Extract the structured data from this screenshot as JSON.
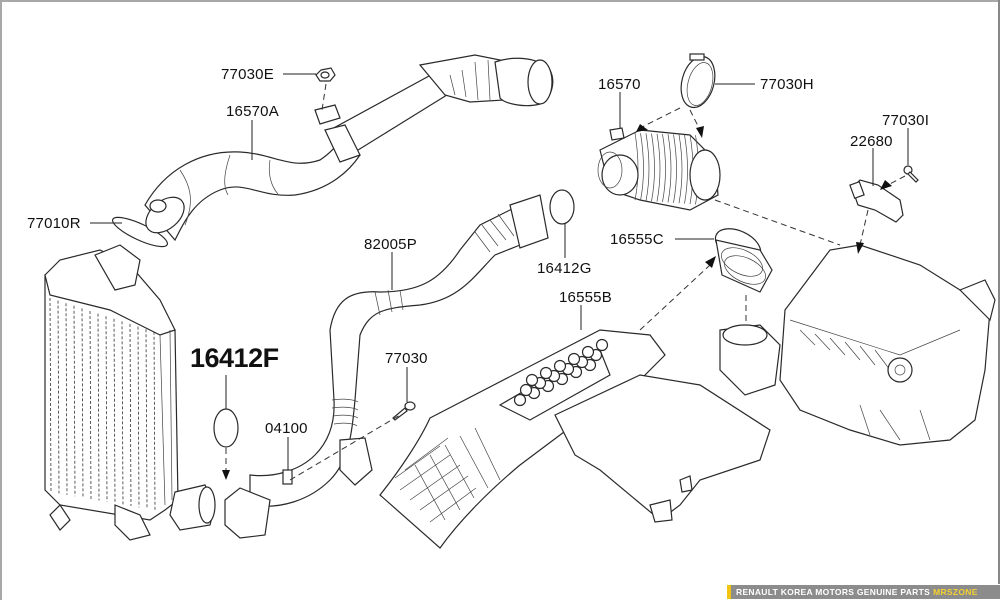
{
  "diagram": {
    "type": "exploded-parts-diagram",
    "subject": "Intercooler and air intake ducting"
  },
  "callouts": [
    {
      "id": "77030E",
      "label": "77030E",
      "part": "nut"
    },
    {
      "id": "16570A",
      "label": "16570A",
      "part": "intercooler-inlet-hose"
    },
    {
      "id": "77010R",
      "label": "77010R",
      "part": "o-ring"
    },
    {
      "id": "16412F",
      "label": "16412F",
      "part": "o-ring",
      "highlighted": true
    },
    {
      "id": "82005P",
      "label": "82005P",
      "part": "intercooler-outlet-hose"
    },
    {
      "id": "16412G",
      "label": "16412G",
      "part": "o-ring"
    },
    {
      "id": "16555B",
      "label": "16555B",
      "part": "air-intake-duct"
    },
    {
      "id": "16555C",
      "label": "16555C",
      "part": "duct-seal"
    },
    {
      "id": "16570",
      "label": "16570",
      "part": "turbo-hose"
    },
    {
      "id": "77030H",
      "label": "77030H",
      "part": "hose-clamp"
    },
    {
      "id": "77030I",
      "label": "77030I",
      "part": "bolt"
    },
    {
      "id": "22680",
      "label": "22680",
      "part": "sensor"
    },
    {
      "id": "77030",
      "label": "77030",
      "part": "bolt"
    },
    {
      "id": "04100",
      "label": "04100",
      "part": "clip-nut"
    }
  ],
  "footer": {
    "brand_text": "RENAULT KOREA MOTORS GENUINE PARTS",
    "site_text": "MRSZONE",
    "accent_color": "#f1c40f"
  }
}
